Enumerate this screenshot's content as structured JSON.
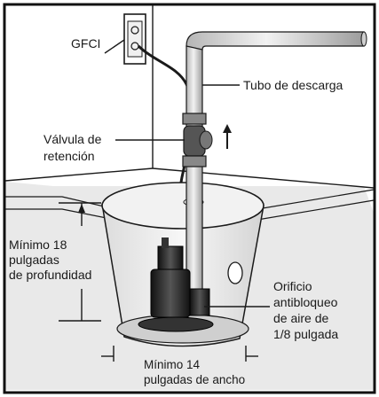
{
  "labels": {
    "gfci": "GFCI",
    "discharge_pipe": "Tubo de descarga",
    "check_valve_line1": "Válvula de",
    "check_valve_line2": "retención",
    "depth_line1": "Mínimo 18",
    "depth_line2": "pulgadas",
    "depth_line3": "de profundidad",
    "airlock_line1": "Orificio",
    "airlock_line2": "antibloqueo",
    "airlock_line3": "de aire de",
    "airlock_line4": "1/8 pulgada",
    "width_line1": "Mínimo 14",
    "width_line2": "pulgadas de ancho"
  },
  "colors": {
    "frame_border": "#111111",
    "floor_fill": "#e6e6e6",
    "pit_fill": "#f4f4f4",
    "pipe_fill": "#d9d9d9",
    "pump_dark": "#2a2a2a",
    "line": "#1a1a1a"
  }
}
